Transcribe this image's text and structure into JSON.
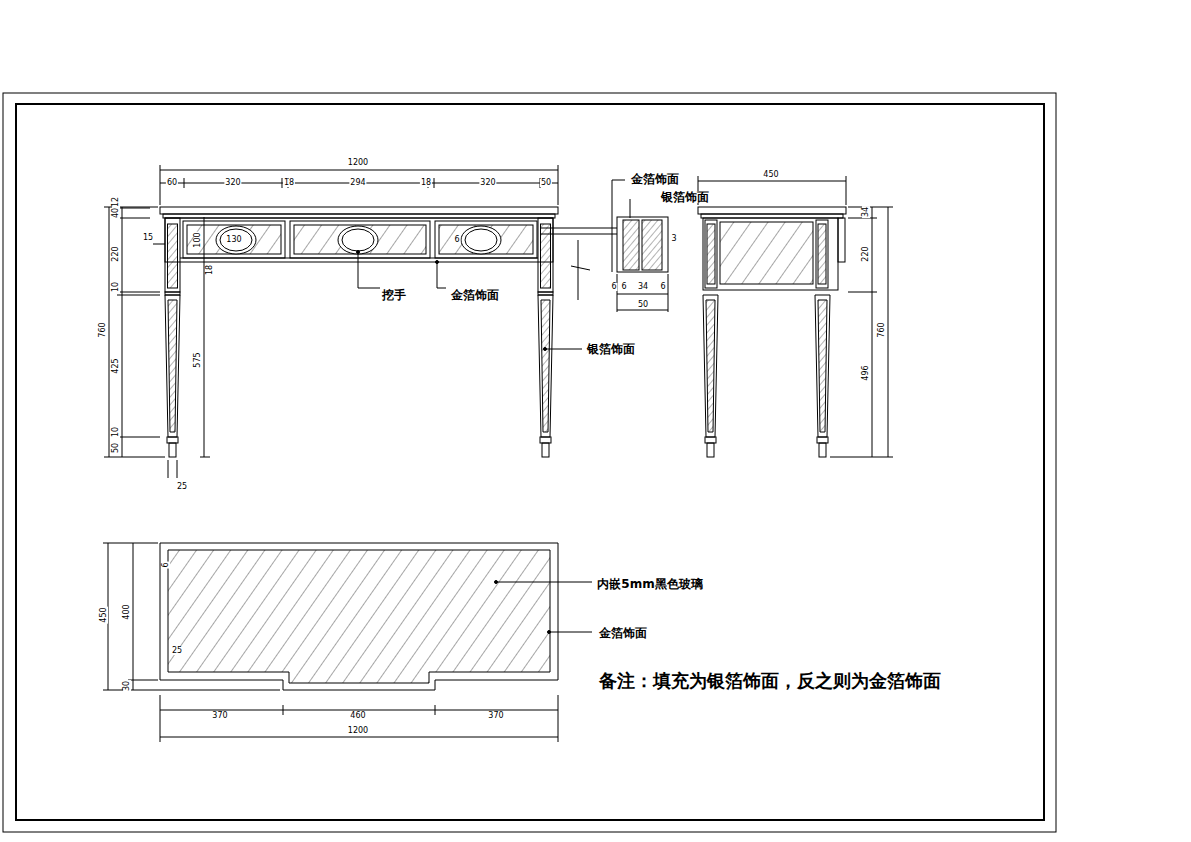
{
  "diagram": {
    "labels": [
      "1200",
      "60",
      "320",
      "18",
      "294",
      "18",
      "320",
      "50",
      "12",
      "40",
      "220",
      "10",
      "425",
      "10",
      "50",
      "760",
      "15",
      "100",
      "130",
      "18",
      "575",
      "25",
      "6",
      "挖手",
      "金箔饰面",
      "银箔饰面",
      "金箔饰面",
      "银箔饰面",
      "3",
      "6",
      "6",
      "34",
      "6",
      "50",
      "450",
      "34",
      "220",
      "760",
      "496",
      "6",
      "25",
      "450",
      "400",
      "30",
      "370",
      "460",
      "370",
      "1200",
      "内嵌5mm黑色玻璃",
      "金箔饰面",
      "备注：填充为银箔饰面，反之则为金箔饰面"
    ]
  }
}
